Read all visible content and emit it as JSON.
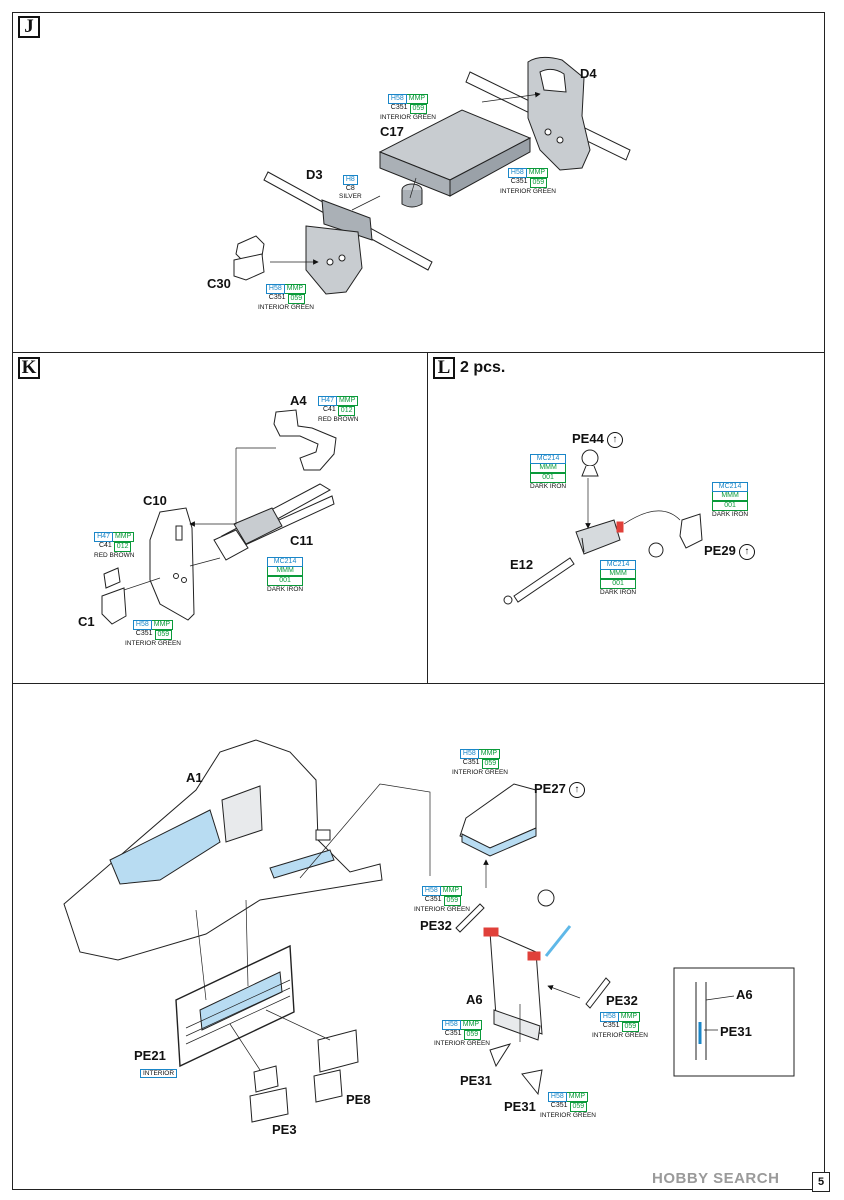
{
  "steps": {
    "j": {
      "letter": "J"
    },
    "k": {
      "letter": "K"
    },
    "l": {
      "letter": "L",
      "note": "2 pcs."
    },
    "m": {}
  },
  "parts": {
    "d4": "D4",
    "c17": "C17",
    "d3": "D3",
    "c30": "C30",
    "a4": "A4",
    "c10": "C10",
    "c11": "C11",
    "c1": "C1",
    "pe44": "PE44",
    "pe29": "PE29",
    "e12": "E12",
    "a1": "A1",
    "pe27": "PE27",
    "pe32_left": "PE32",
    "pe32_right": "PE32",
    "a6": "A6",
    "pe21": "PE21",
    "pe3": "PE3",
    "pe8": "PE8",
    "pe31_a": "PE31",
    "pe31_b": "PE31",
    "a6_detail": "A6",
    "pe31_detail": "PE31"
  },
  "paint": {
    "c17": {
      "h": "H58",
      "m": "MMP",
      "c": "C351",
      "n": "059",
      "name": "INTERIOR GREEN"
    },
    "d4": {
      "h": "H58",
      "m": "MMP",
      "c": "C351",
      "n": "059",
      "name": "INTERIOR GREEN"
    },
    "d3": {
      "h": "H8",
      "c": "C8",
      "name": "SILVER"
    },
    "c30": {
      "h": "H58",
      "m": "MMP",
      "c": "C351",
      "n": "059",
      "name": "INTERIOR GREEN"
    },
    "a4": {
      "h": "H47",
      "m": "MMP",
      "c": "C41",
      "n": "012",
      "name": "RED BROWN"
    },
    "c10": {
      "h": "H47",
      "m": "MMP",
      "c": "C41",
      "n": "012",
      "name": "RED BROWN"
    },
    "c11": {
      "h": "MC214",
      "m": "MMM",
      "n": "001",
      "name": "DARK IRON"
    },
    "c1": {
      "h": "H58",
      "m": "MMP",
      "c": "C351",
      "n": "059",
      "name": "INTERIOR GREEN"
    },
    "pe44": {
      "h": "MC214",
      "m": "MMM",
      "n": "001",
      "name": "DARK IRON"
    },
    "pe29": {
      "h": "MC214",
      "m": "MMM",
      "n": "001",
      "name": "DARK IRON"
    },
    "e12": {
      "h": "MC214",
      "m": "MMM",
      "n": "001",
      "name": "DARK IRON"
    },
    "pe27": {
      "h": "H58",
      "m": "MMP",
      "c": "C351",
      "n": "059",
      "name": "INTERIOR GREEN"
    },
    "pe32_left": {
      "h": "H58",
      "m": "MMP",
      "c": "C351",
      "n": "059",
      "name": "INTERIOR GREEN"
    },
    "pe32_right": {
      "h": "H58",
      "m": "MMP",
      "c": "C351",
      "n": "059",
      "name": "INTERIOR GREEN"
    },
    "a6": {
      "h": "H58",
      "m": "MMP",
      "c": "C351",
      "n": "059",
      "name": "INTERIOR GREEN"
    },
    "pe31": {
      "h": "H58",
      "m": "MMP",
      "c": "C351",
      "n": "059",
      "name": "INTERIOR GREEN"
    },
    "pe21": {
      "name": "INTERIOR"
    }
  },
  "footer": {
    "watermark": "HOBBY SEARCH",
    "page": "5"
  },
  "colors": {
    "part_gray": "#c8ccd0",
    "highlight_blue": "#b8dcf2",
    "photo_etch_red": "#e0403a",
    "accent_blue": "#1a86c8",
    "accent_green": "#0a9a3a"
  }
}
